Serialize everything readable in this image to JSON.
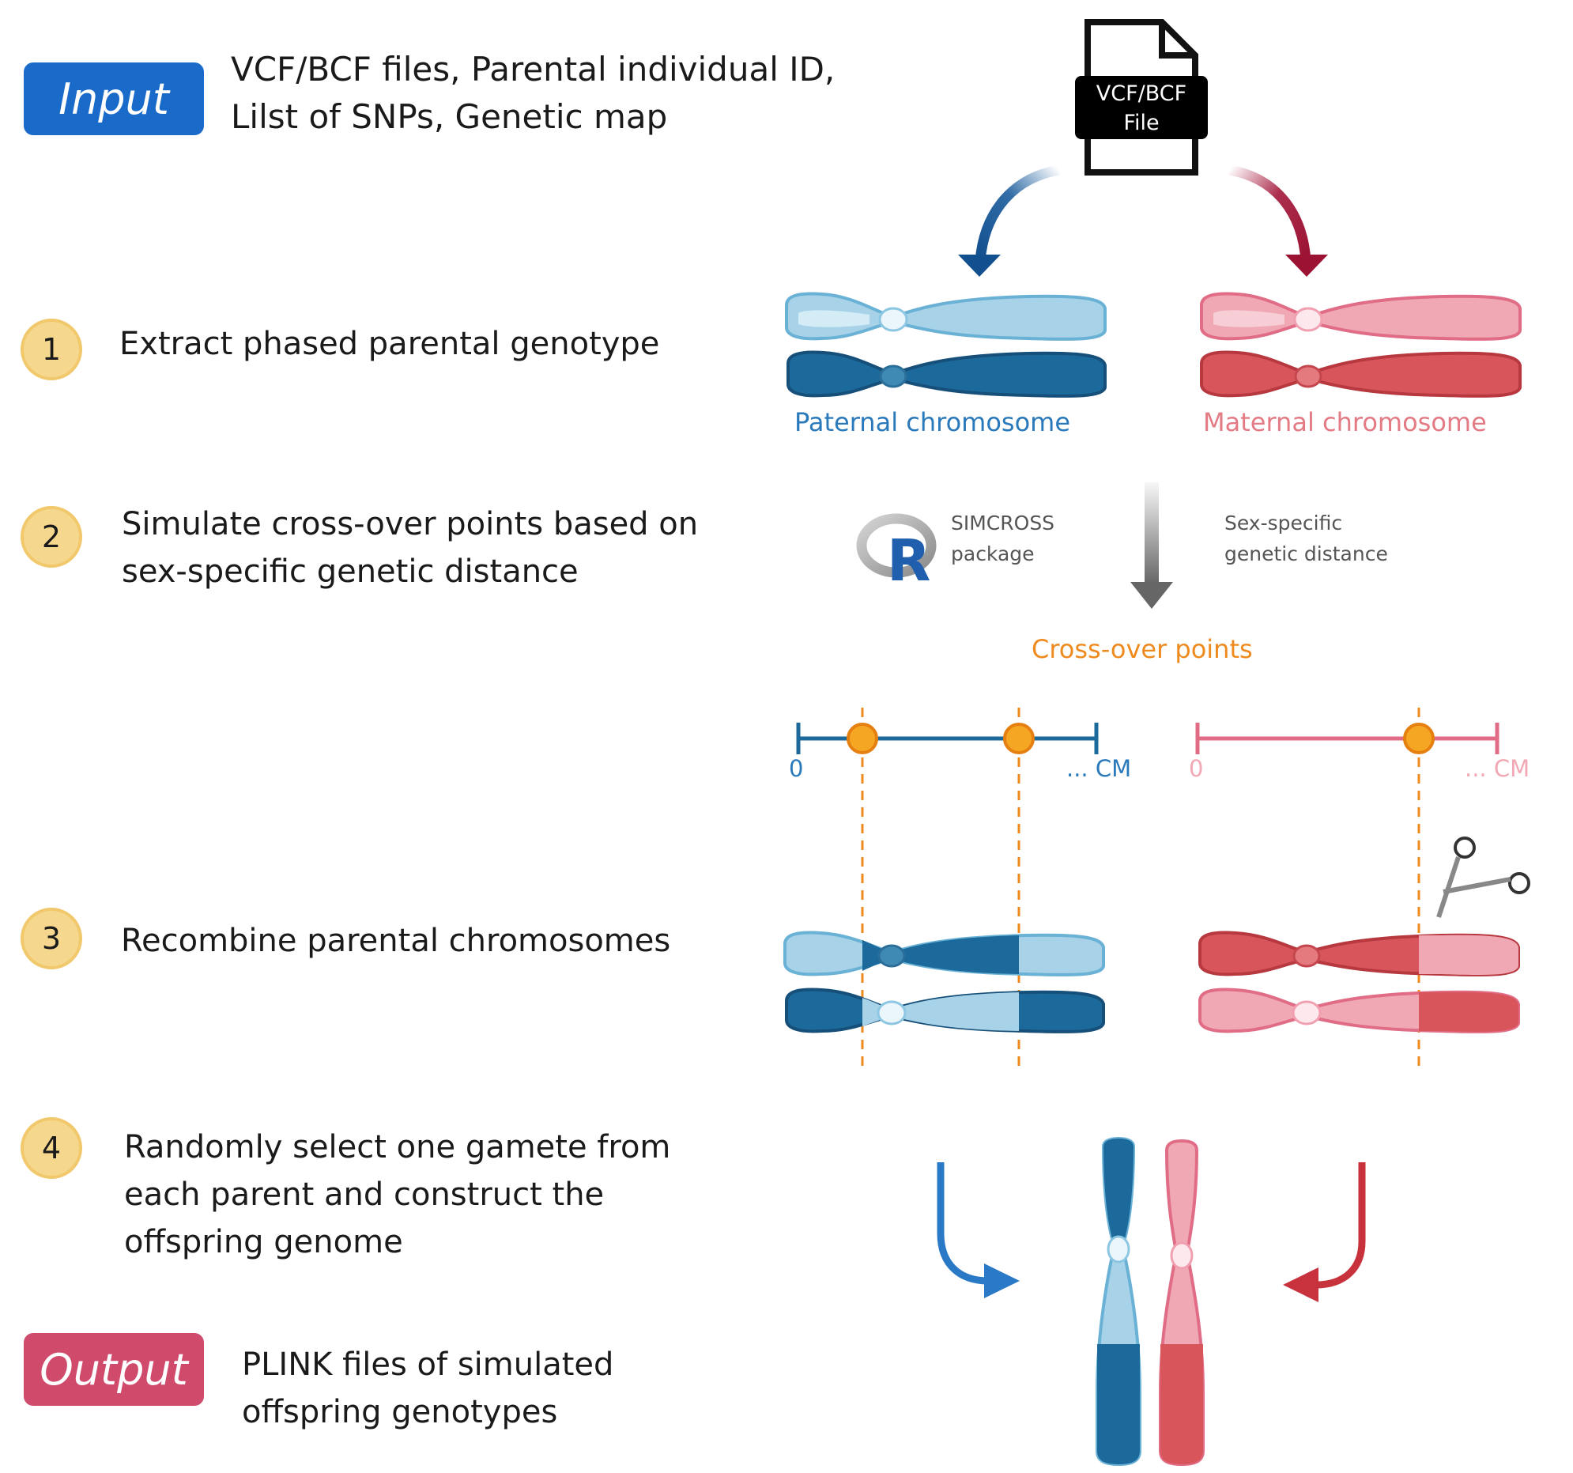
{
  "input": {
    "badge": "Input",
    "lines": [
      "VCF/BCF files, Parental individual ID,",
      "Lilst of SNPs, Genetic map"
    ]
  },
  "output": {
    "badge": "Output",
    "lines": [
      "PLINK files of simulated",
      "offspring genotypes"
    ]
  },
  "steps": [
    {
      "number": "1",
      "lines": [
        "Extract phased parental genotype"
      ]
    },
    {
      "number": "2",
      "lines": [
        "Simulate cross-over points based on",
        "sex-specific genetic distance"
      ]
    },
    {
      "number": "3",
      "lines": [
        "Recombine parental chromosomes"
      ]
    },
    {
      "number": "4",
      "lines": [
        "Randomly select one gamete from",
        "each parent and construct the",
        "offspring genome"
      ]
    }
  ],
  "file_icon": {
    "lines": [
      "VCF/BCF",
      "File"
    ]
  },
  "chromosomes": {
    "paternal_label": "Paternal chromosome",
    "maternal_label": "Maternal chromosome"
  },
  "tool": {
    "icon": "r-logo-icon",
    "package_lines": [
      "SIMCROSS",
      "package"
    ],
    "distance_lines": [
      "Sex-specific",
      "genetic distance"
    ]
  },
  "crossover": {
    "title": "Cross-over points",
    "paternal_axis": {
      "start": "0",
      "end": "... CM"
    },
    "maternal_axis": {
      "start": "0",
      "end": "... CM"
    }
  },
  "colors": {
    "paternal_dark": "#1b6a9b",
    "paternal_light": "#a7d2e8",
    "maternal_dark": "#d9555c",
    "maternal_light": "#f0a8b5",
    "crossover_orange": "#ef8a1f",
    "step_badge": "#f6d78e",
    "input_blue": "#1a6bc9",
    "output_pink": "#d04a6c"
  }
}
